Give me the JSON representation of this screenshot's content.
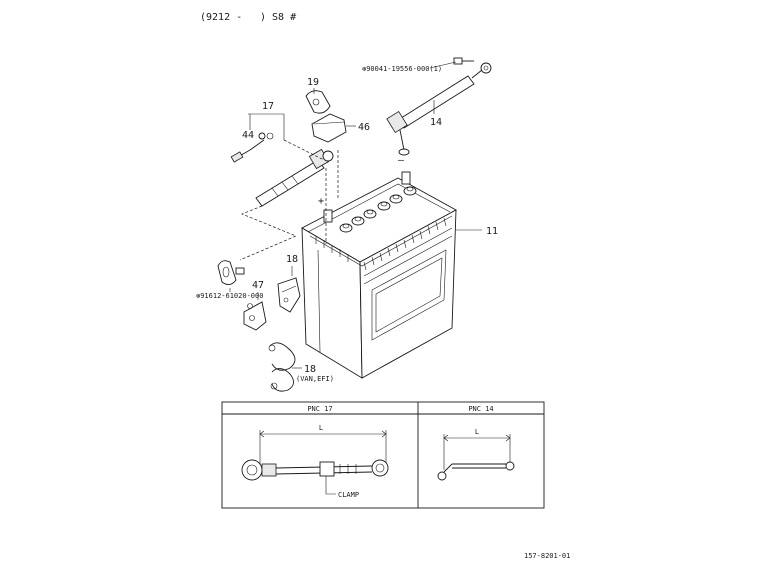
{
  "header": {
    "code_open": "(9212 -",
    "code_close": ") S8 #"
  },
  "parts": {
    "p11": "11",
    "p14": "14",
    "p17": "17",
    "p18": "18",
    "p18_van": "18",
    "p18_van_note": "(VAN,EFI)",
    "p19": "19",
    "p44": "44",
    "p46": "46",
    "p47": "47",
    "ref_bolt": "⊛90041-19556-000(1)",
    "ref_clamp": "⊛91612-61020-000"
  },
  "terminals": {
    "plus": "+",
    "minus": "–"
  },
  "table": {
    "col1_title": "PNC 17",
    "col2_title": "PNC 14",
    "length_label_1": "L",
    "length_label_2": "L",
    "clamp_label": "CLAMP"
  },
  "footer": {
    "page_code": "157-8201-01"
  }
}
